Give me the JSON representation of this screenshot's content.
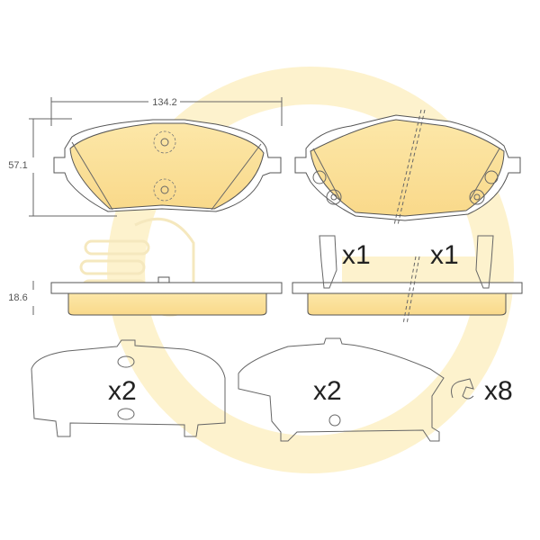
{
  "dimensions": {
    "width": "134.2",
    "height": "57.1",
    "thickness": "18.6"
  },
  "quantities": {
    "clip_left": "x1",
    "clip_right": "x1",
    "shim_left": "x2",
    "shim_right": "x2",
    "spring_clip": "x8"
  },
  "colors": {
    "pad_fill": "#fbe3a0",
    "watermark": "#fdf1c8",
    "outline": "#555555"
  },
  "logo_text": "G"
}
